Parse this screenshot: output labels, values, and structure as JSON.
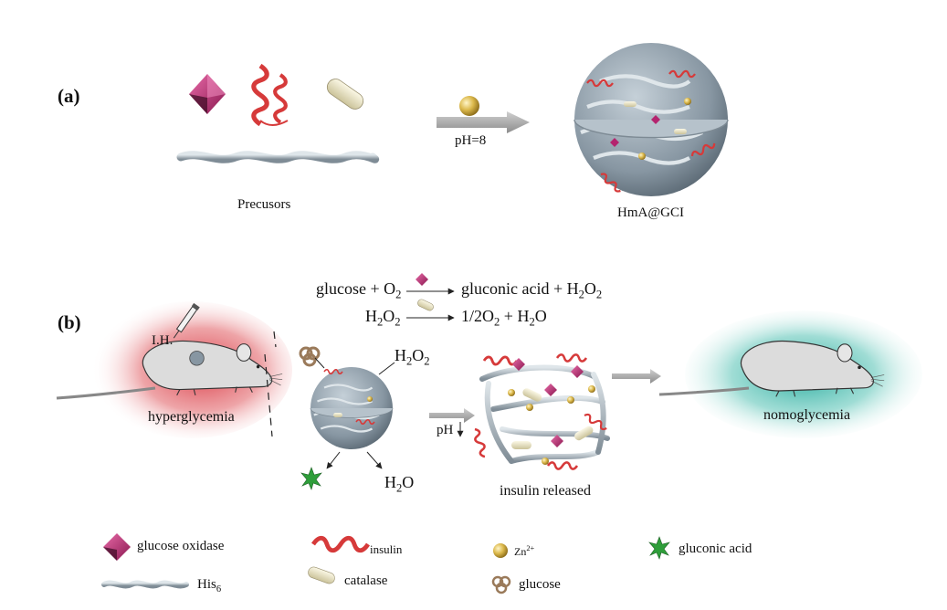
{
  "panel_a": {
    "label": "(a)",
    "precursors_label": "Precusors",
    "arrow_label": "pH=8",
    "product_label": "HmA@GCI"
  },
  "panel_b": {
    "label": "(b)",
    "injection_label": "I.H.",
    "left_mouse_label": "hyperglycemia",
    "right_mouse_label": "nomoglycemia",
    "eq1_left": "glucose + O",
    "eq1_left_sub": "2",
    "eq1_right": "gluconic acid + H",
    "eq1_right_sub1": "2",
    "eq1_right_mid": "O",
    "eq1_right_sub2": "2",
    "eq2_left": "H",
    "eq2_left_sub1": "2",
    "eq2_left_mid": "O",
    "eq2_left_sub2": "2",
    "eq2_right_a": "1/2O",
    "eq2_right_sub": "2",
    "eq2_right_b": " + H",
    "eq2_right_sub2": "2",
    "eq2_right_c": "O",
    "h2o2_a": "H",
    "h2o2_sub1": "2",
    "h2o2_b": "O",
    "h2o2_sub2": "2",
    "h2o_a": "H",
    "h2o_sub": "2",
    "h2o_b": "O",
    "ph_label": "pH",
    "released_label": "insulin released"
  },
  "legend": {
    "glucose_oxidase": "glucose oxidase",
    "insulin": "insulin",
    "zn_base": "Zn",
    "zn_sup": "2+",
    "gluconic_acid": "gluconic acid",
    "his_base": "His",
    "his_sub": "6",
    "catalase": "catalase",
    "glucose": "glucose"
  },
  "colors": {
    "accent_red": "#c0392b",
    "glucose_oxidase": "#b4246e",
    "zn": "#d4b44a",
    "gluconic_acid": "#2e9e3a",
    "his_chain": "#a9b4bd",
    "catalase": "#ece6c8",
    "hyperglycemia_glow": "#d9333f",
    "nomoglycemia_glow": "#1fa79a"
  }
}
